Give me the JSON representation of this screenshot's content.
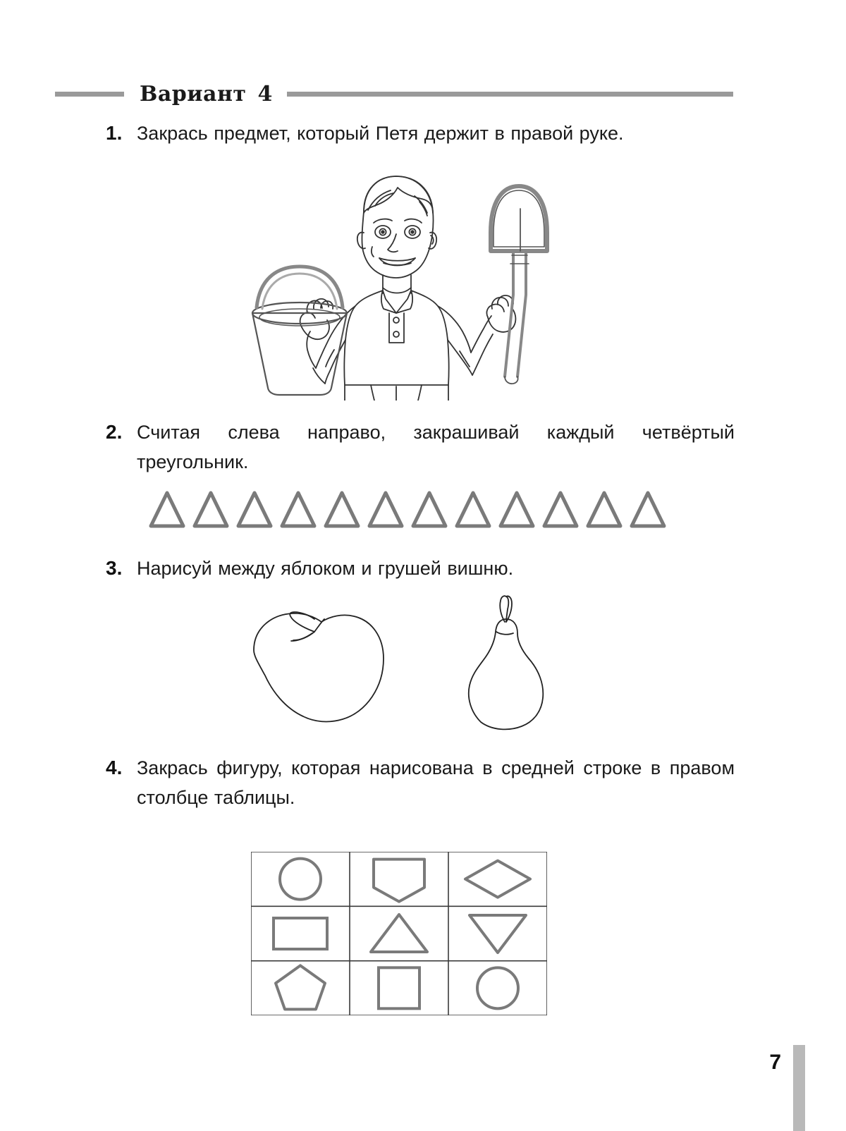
{
  "header": {
    "title": "Вариант",
    "variant_number": "4",
    "rule_color": "#9a9a9a"
  },
  "tasks": [
    {
      "number": "1.",
      "text": "Закрась предмет, который Петя держит в правой руке.",
      "figure": "boy-with-bucket-and-shovel"
    },
    {
      "number": "2.",
      "text": "Считая слева направо, закрашивай каждый четвёртый треугольник.",
      "figure": "triangle-row"
    },
    {
      "number": "3.",
      "text": "Нарисуй между яблоком и грушей вишню.",
      "figure": "apple-and-pear"
    },
    {
      "number": "4.",
      "text": "Закрась фигуру, которая нарисована в средней строке в правом столбце таблицы.",
      "figure": "shapes-table"
    }
  ],
  "figures": {
    "boy": {
      "description": "Контурный рисунок мальчика: в левой руке (со стороны зрителя — слева) ведро, в правой руке (со стороны зрителя — справа) лопата",
      "items": [
        "ведро",
        "лопата"
      ],
      "stroke_color": "#333333"
    },
    "triangles": {
      "count": 12,
      "orientation": "up",
      "filled_indices": [],
      "stroke_color": "#7a7a7a"
    },
    "fruits": [
      {
        "name": "яблоко",
        "position": "left"
      },
      {
        "name": "груша",
        "position": "right"
      }
    ],
    "shapes_table": {
      "rows": 3,
      "cols": 3,
      "border_color": "#3a3a3a",
      "shape_color": "#7a7a7a",
      "cells": [
        [
          "circle",
          "pentagon-down",
          "rhombus"
        ],
        [
          "rectangle",
          "triangle-up",
          "triangle-down"
        ],
        [
          "pentagon-up",
          "square",
          "circle"
        ]
      ],
      "cell_labels": [
        [
          "круг",
          "пятиугольник остриём вниз",
          "ромб"
        ],
        [
          "прямоугольник",
          "треугольник вершиной вверх",
          "треугольник вершиной вниз"
        ],
        [
          "пятиугольник",
          "квадрат",
          "круг"
        ]
      ]
    }
  },
  "footer": {
    "page_number": "7",
    "bar_color": "#b9b9b9"
  }
}
